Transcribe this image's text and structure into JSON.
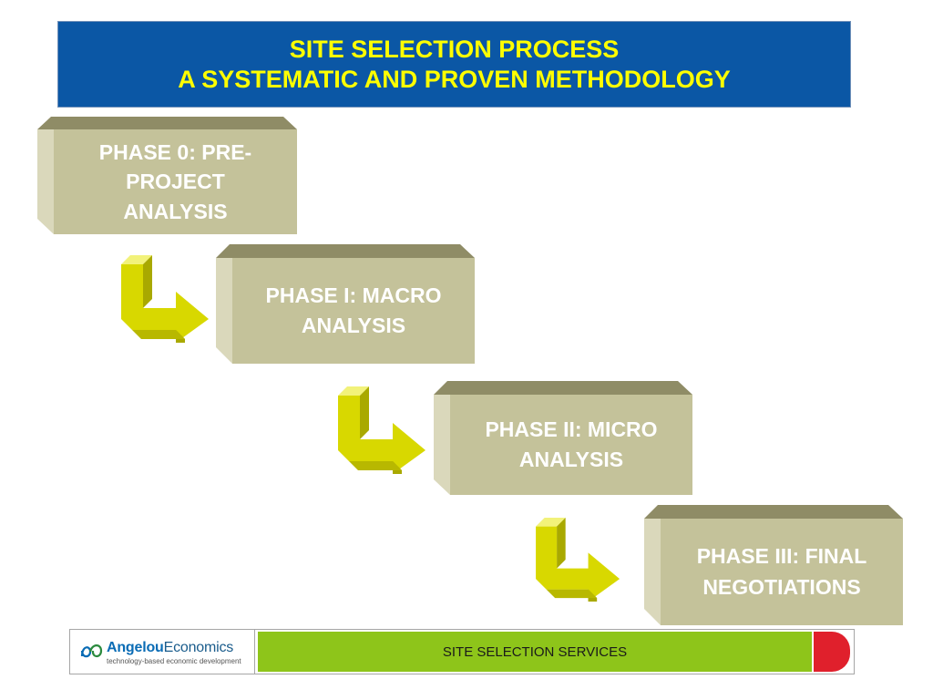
{
  "title": {
    "line1": "SITE SELECTION PROCESS",
    "line2": "A SYSTEMATIC AND PROVEN METHODOLOGY"
  },
  "phases": [
    {
      "lines": [
        "PHASE 0: PRE-",
        "PROJECT",
        "ANALYSIS"
      ]
    },
    {
      "lines": [
        "PHASE I: MACRO",
        "ANALYSIS"
      ]
    },
    {
      "lines": [
        "PHASE II: MICRO",
        "ANALYSIS"
      ]
    },
    {
      "lines": [
        "PHASE III: FINAL",
        "NEGOTIATIONS"
      ]
    }
  ],
  "footer": {
    "logo_name_bold": "Angelou",
    "logo_name_rest": "Economics",
    "logo_tagline": "technology-based economic development",
    "service_label": "SITE SELECTION SERVICES"
  },
  "colors": {
    "banner": "#0b57a5",
    "title_text": "#ffff00",
    "box_face": "#c4c29a",
    "arrow": "#d8d800",
    "footer_green": "#8ec51a",
    "footer_red": "#e0202c"
  }
}
